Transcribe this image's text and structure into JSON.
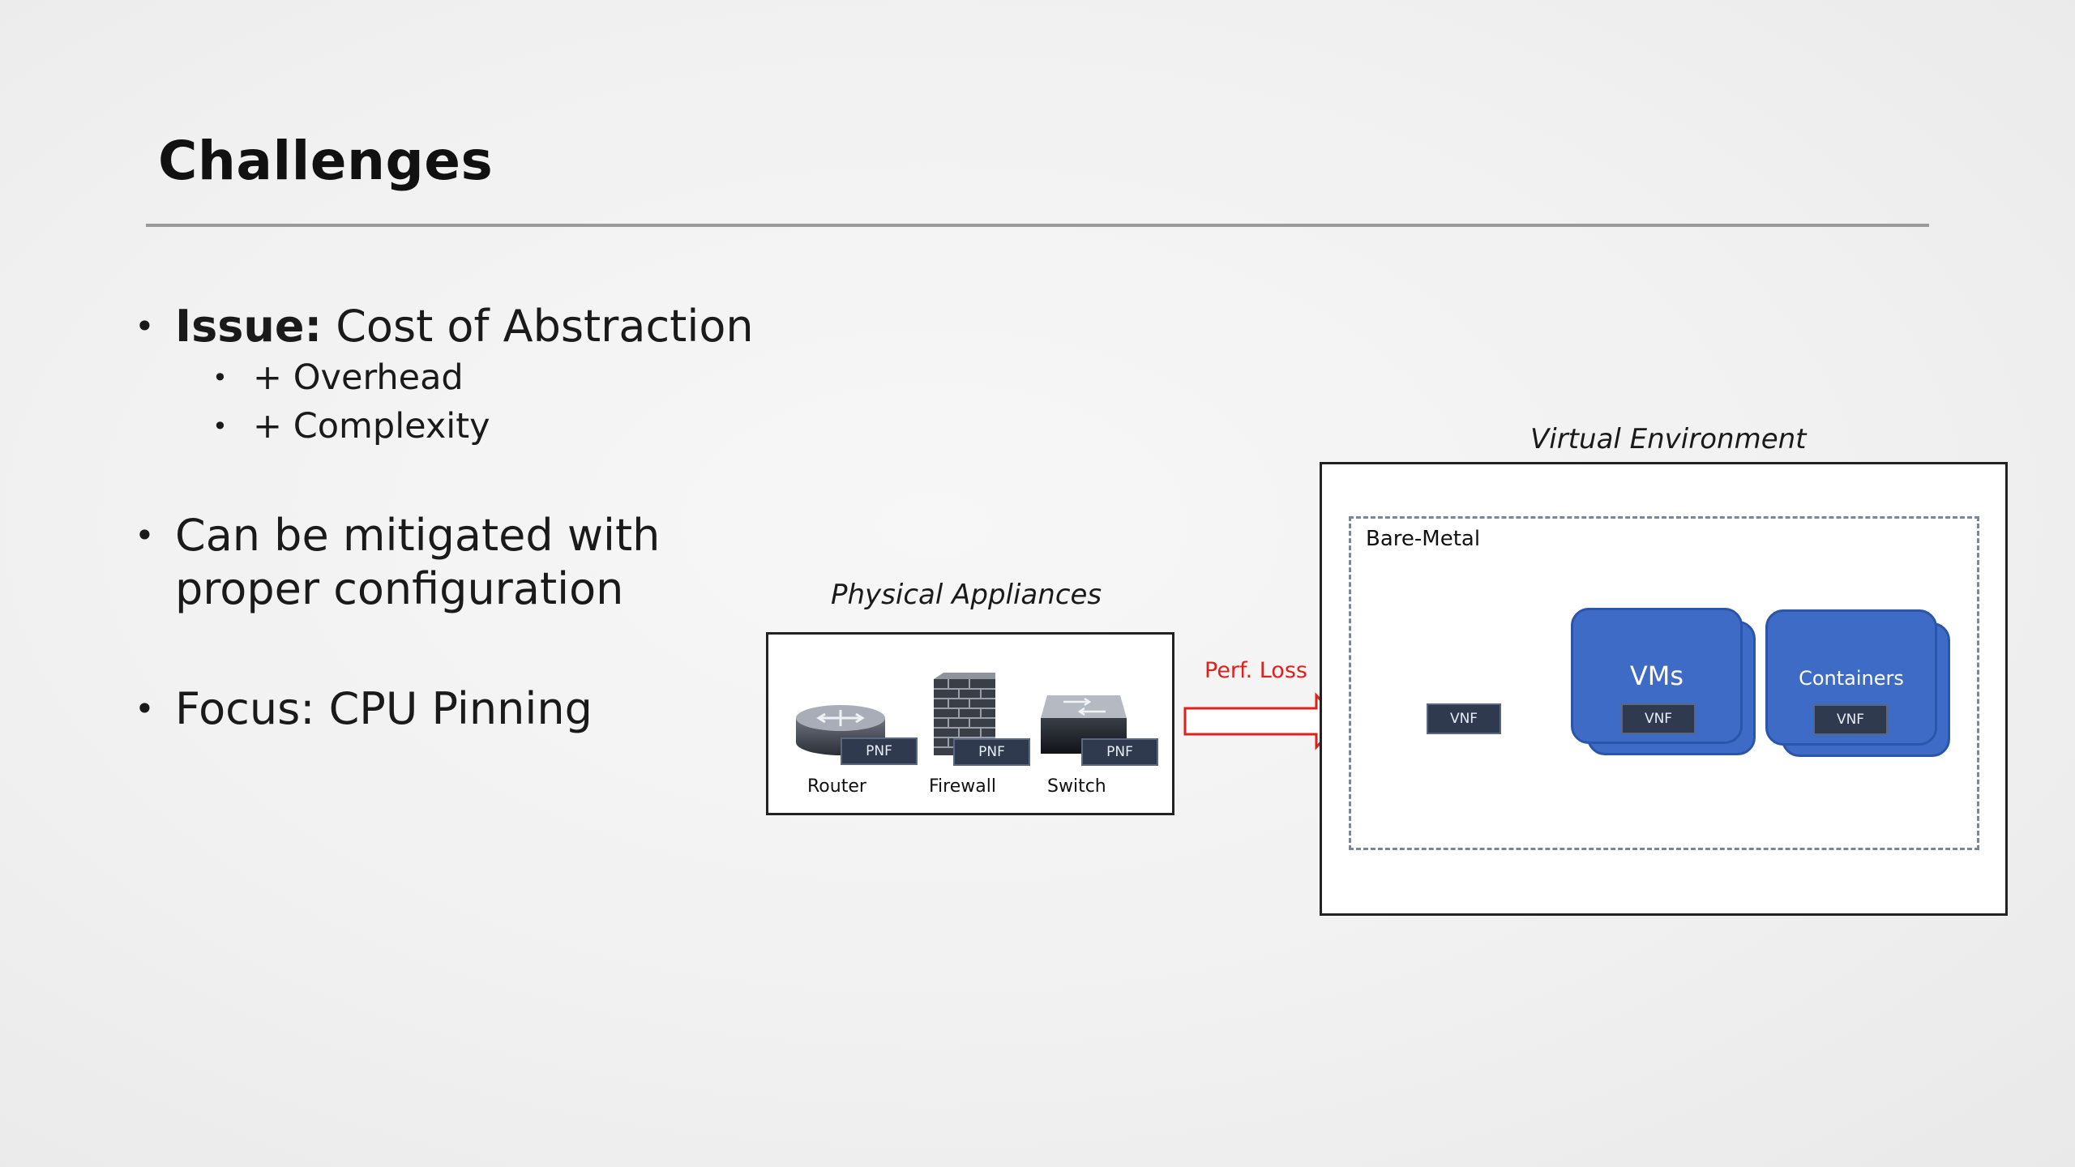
{
  "slide": {
    "title": "Challenges",
    "bullets": {
      "issue_bold": "Issue:",
      "issue_text": " Cost of Abstraction",
      "overhead": "+ Overhead",
      "complexity": "+ Complexity",
      "mitigated_line1": "Can be mitigated with",
      "mitigated_line2": "proper configuration",
      "focus": "Focus: CPU Pinning"
    }
  },
  "diagram": {
    "physical_caption": "Physical Appliances",
    "virtual_caption": "Virtual Environment",
    "perf_loss": "Perf. Loss",
    "bare_metal": "Bare-Metal",
    "devices": [
      {
        "label": "Router",
        "tag": "PNF"
      },
      {
        "label": "Firewall",
        "tag": "PNF"
      },
      {
        "label": "Switch",
        "tag": "PNF"
      }
    ],
    "vnf_bare": "VNF",
    "vms": {
      "title": "VMs",
      "tag": "VNF"
    },
    "containers": {
      "title": "Containers",
      "tag": "VNF"
    },
    "colors": {
      "arrow": "#e0201b",
      "stack": "#3d6bc6",
      "tag": "#2f3a4f"
    }
  }
}
